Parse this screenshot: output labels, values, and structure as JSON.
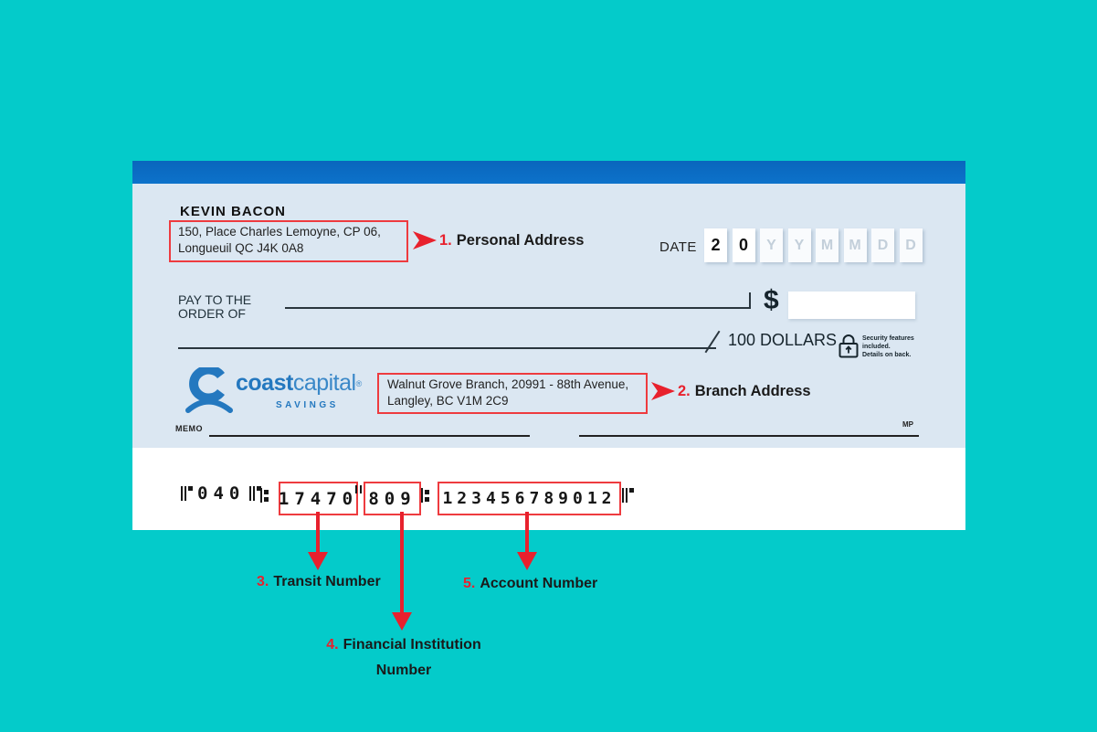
{
  "cheque": {
    "account_holder": "KEVIN BACON",
    "personal_address_line1": "150, Place Charles Lemoyne, CP 06,",
    "personal_address_line2": "Longueuil QC J4K 0A8",
    "date_label": "DATE",
    "date_boxes": [
      "2",
      "0",
      "Y",
      "Y",
      "M",
      "M",
      "D",
      "D"
    ],
    "pay_line1": "PAY TO THE",
    "pay_line2": "ORDER OF",
    "dollar_sign": "$",
    "dollars_label": "100 DOLLARS",
    "security_notice_line1": "Security features",
    "security_notice_line2": "included.",
    "security_notice_line3": "Details on back.",
    "logo": {
      "coast": "coast",
      "capital": "capital",
      "registered": "®",
      "savings": "SAVINGS"
    },
    "branch_address_line1": "Walnut Grove Branch, 20991 - 88th Avenue,",
    "branch_address_line2": "Langley, BC V1M 2C9",
    "memo_label": "MEMO",
    "mp_label": "MP",
    "micr": {
      "cheque_number": "040",
      "transit_number": "17470",
      "institution_number": "809",
      "account_number": "123456789012"
    }
  },
  "annotations": {
    "personal_address": {
      "num": "1.",
      "label": "Personal Address"
    },
    "branch_address": {
      "num": "2.",
      "label": "Branch Address"
    },
    "transit_number": {
      "num": "3.",
      "label": "Transit Number"
    },
    "institution_number": {
      "num": "4.",
      "label": "Financial Institution",
      "label_line2": "Number"
    },
    "account_number": {
      "num": "5.",
      "label": "Account Number"
    }
  },
  "colors": {
    "background_teal": "#04cbca",
    "header_blue": "#0a6bc3",
    "cheque_body_blue": "#dbe7f2",
    "annotation_red": "#e8212d",
    "red_box_border": "#ee3b3f",
    "brand_blue": "#2478bf"
  }
}
